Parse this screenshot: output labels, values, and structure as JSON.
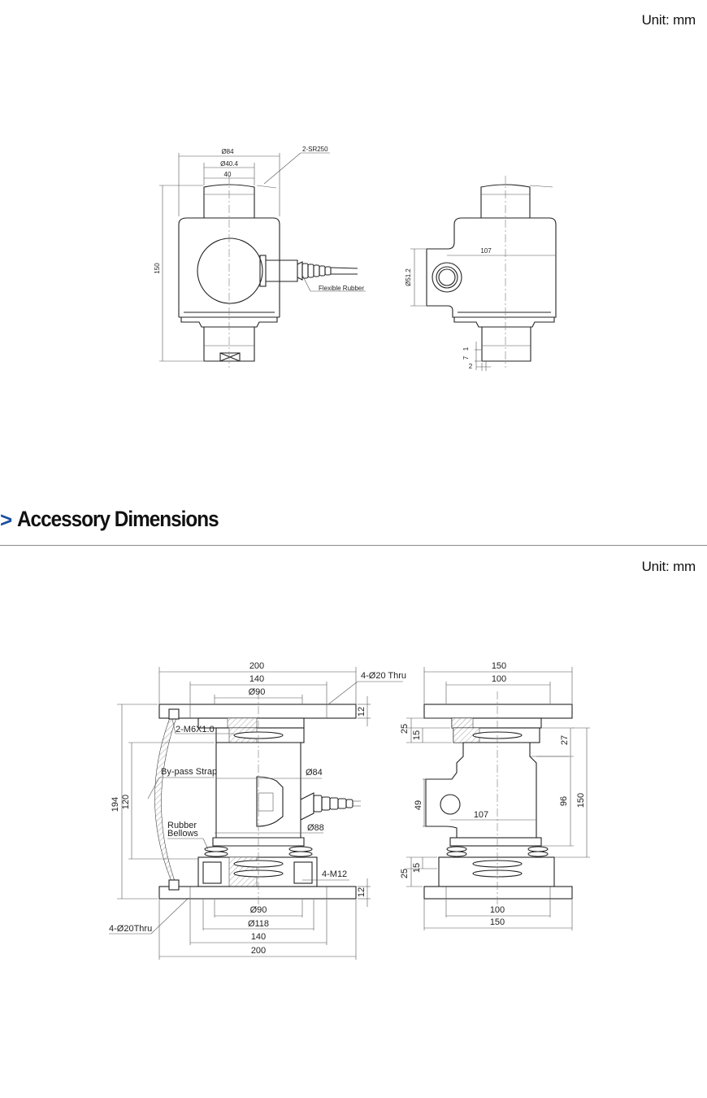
{
  "unit_label": "Unit: mm",
  "section": {
    "chevron": ">",
    "title": "Accessory Dimensions"
  },
  "drawing1": {
    "dims": {
      "d84": "Ø84",
      "d404": "Ø40.4",
      "w40": "40",
      "sr250": "2-SR250",
      "h150": "150",
      "flexible": "Flexible Rubber",
      "w107": "107",
      "d512": "Ø51.2",
      "v7": "7",
      "v1": "1",
      "v2": "2"
    }
  },
  "drawing2": {
    "front": {
      "w200_top": "200",
      "w140_top": "140",
      "d90_top": "Ø90",
      "thru_top": "4-Ø20 Thru",
      "t12_top": "12",
      "m6": "2-M6X1.0",
      "bypass": "By-pass Strap",
      "d84": "Ø84",
      "h194": "194",
      "h120": "120",
      "rubber1": "Rubber",
      "rubber2": "Bellows",
      "d88": "Ø88",
      "m12": "4-M12",
      "t12_bot": "12",
      "d90_bot": "Ø90",
      "d118": "Ø118",
      "w140_bot": "140",
      "w200_bot": "200",
      "thru_bot": "4-Ø20Thru"
    },
    "side": {
      "w150_top": "150",
      "w100_top": "100",
      "h25_top": "25",
      "h15_top": "15",
      "h27": "27",
      "h49": "49",
      "w107": "107",
      "h96": "96",
      "h150": "150",
      "h25_bot": "25",
      "h15_bot": "15",
      "w100_bot": "100",
      "w150_bot": "150"
    }
  }
}
